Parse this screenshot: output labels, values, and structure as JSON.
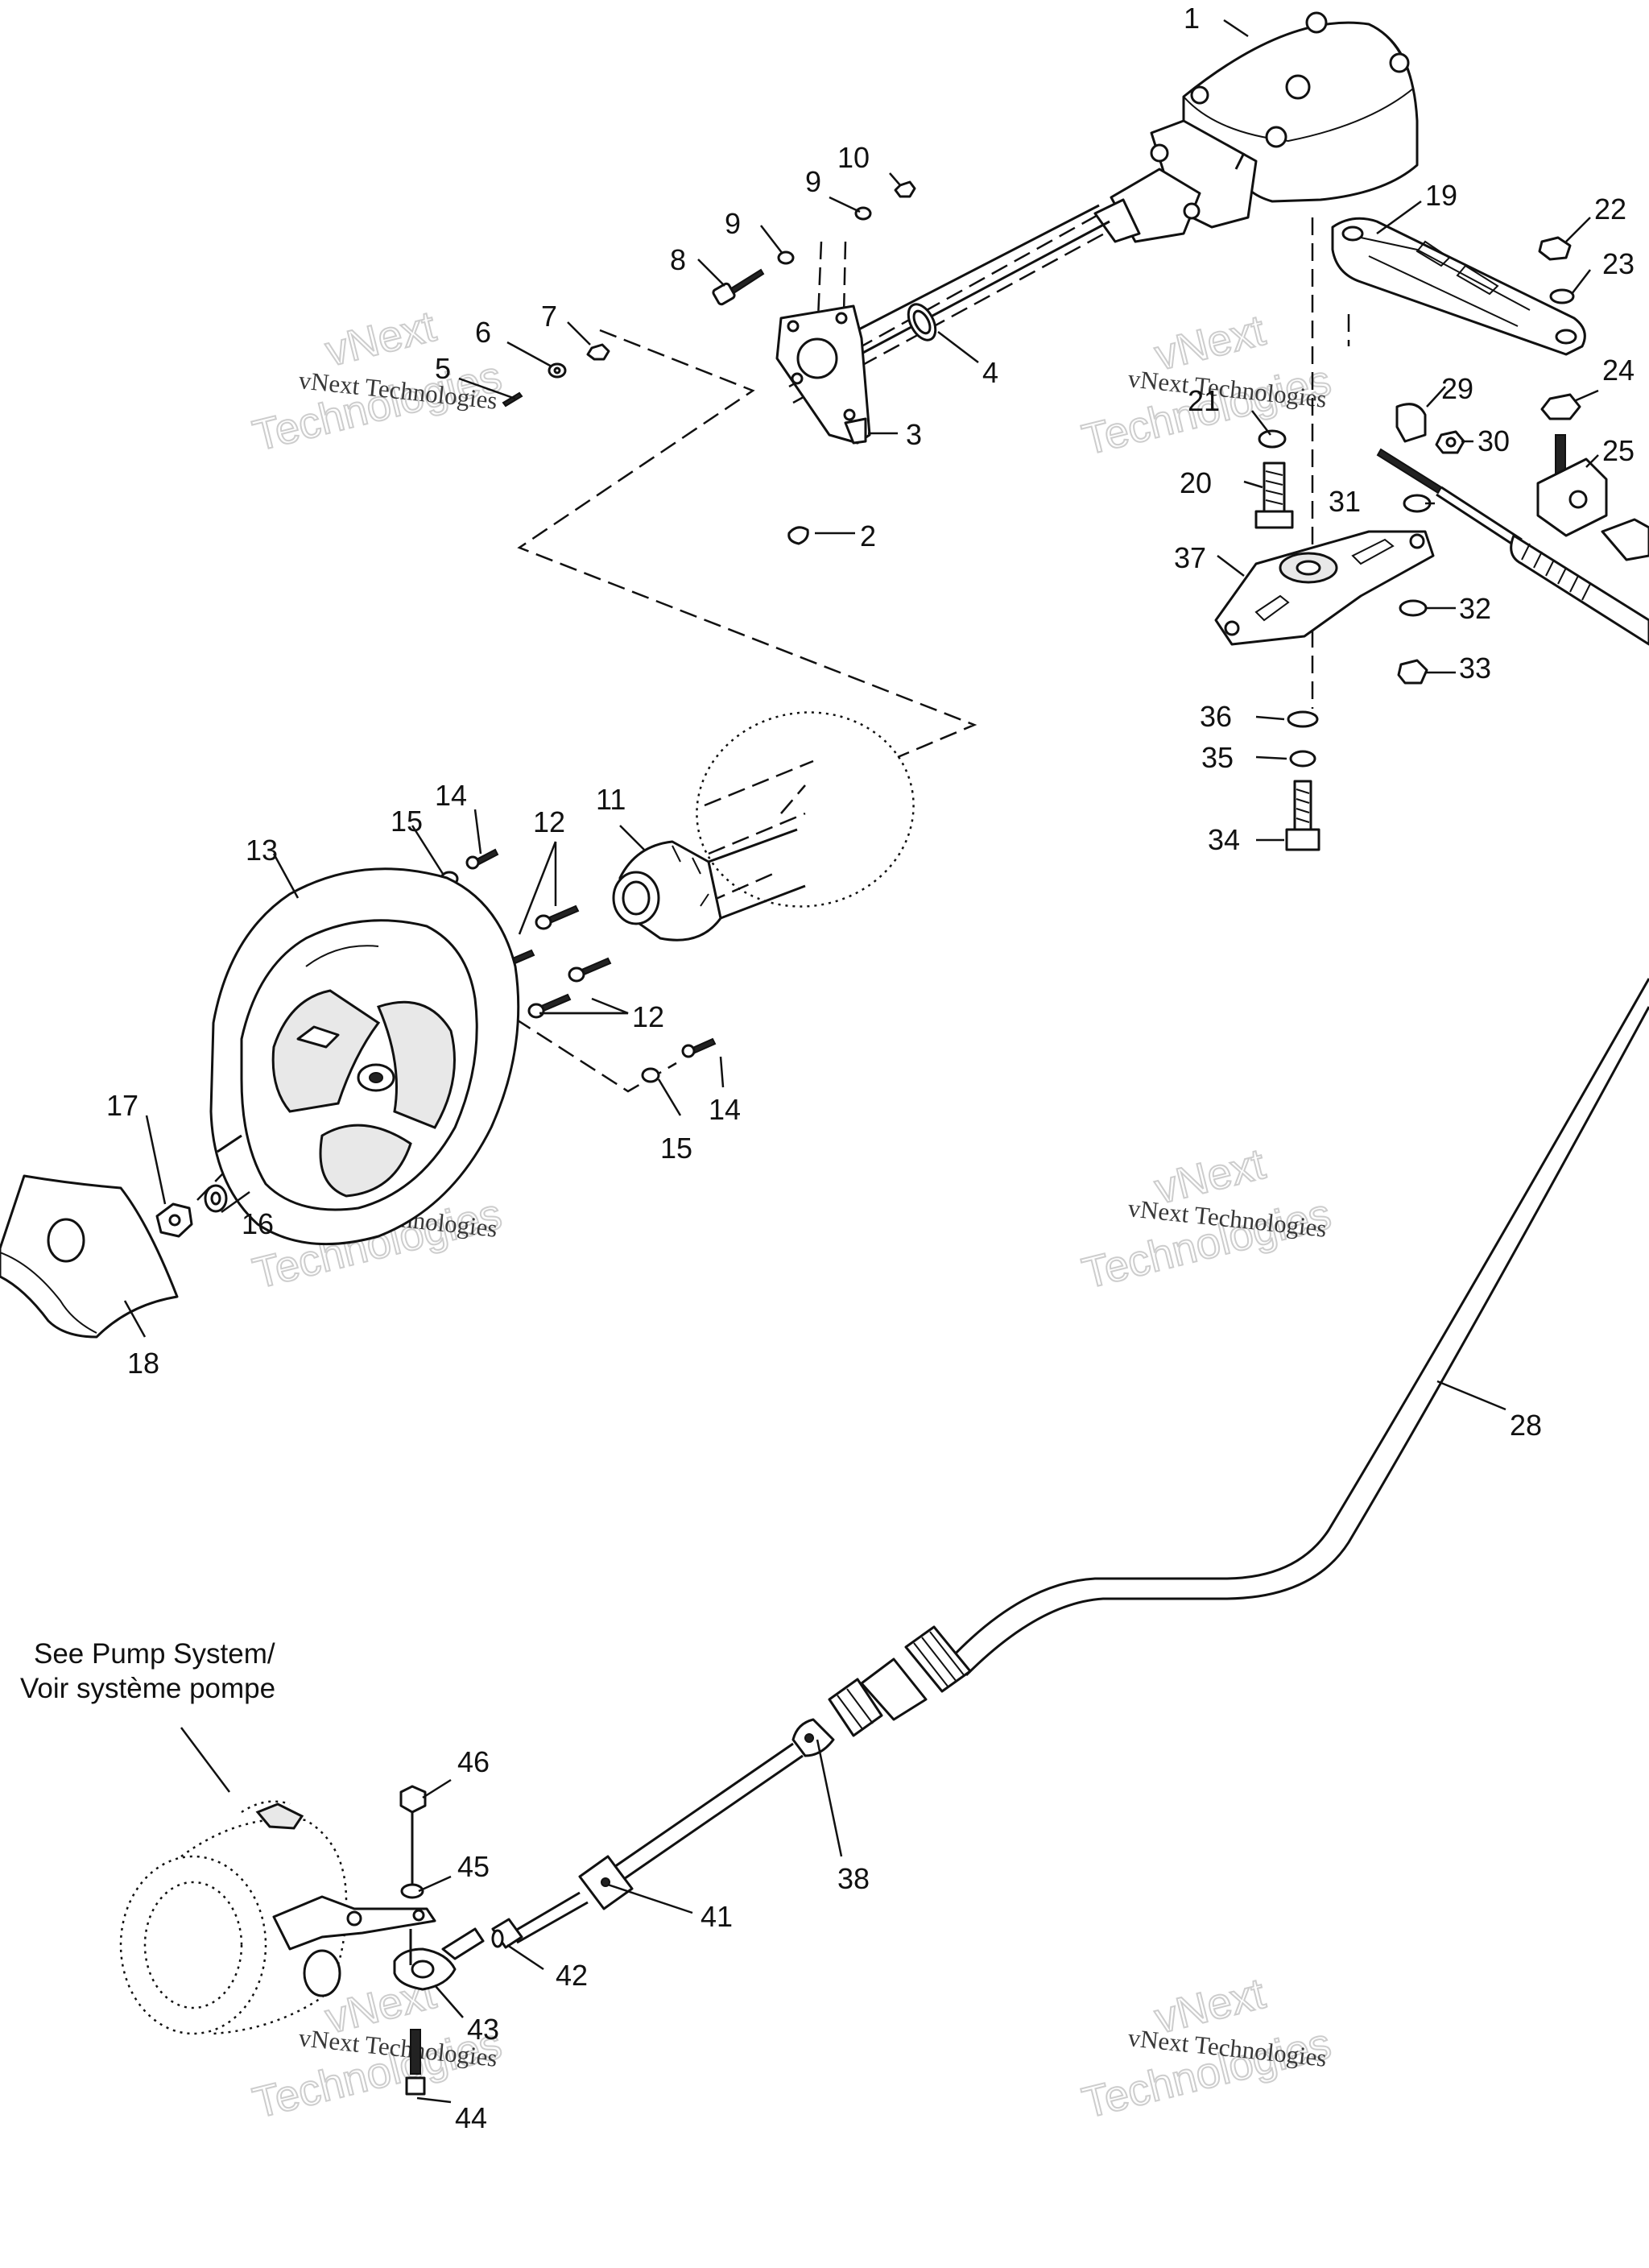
{
  "diagram": {
    "callouts": [
      {
        "id": "c1",
        "label": "1"
      },
      {
        "id": "c2",
        "label": "2"
      },
      {
        "id": "c3",
        "label": "3"
      },
      {
        "id": "c4",
        "label": "4"
      },
      {
        "id": "c5",
        "label": "5"
      },
      {
        "id": "c6",
        "label": "6"
      },
      {
        "id": "c7",
        "label": "7"
      },
      {
        "id": "c8",
        "label": "8"
      },
      {
        "id": "c9a",
        "label": "9"
      },
      {
        "id": "c9b",
        "label": "9"
      },
      {
        "id": "c10",
        "label": "10"
      },
      {
        "id": "c11",
        "label": "11"
      },
      {
        "id": "c12a",
        "label": "12"
      },
      {
        "id": "c12b",
        "label": "12"
      },
      {
        "id": "c13",
        "label": "13"
      },
      {
        "id": "c14a",
        "label": "14"
      },
      {
        "id": "c14b",
        "label": "14"
      },
      {
        "id": "c15a",
        "label": "15"
      },
      {
        "id": "c15b",
        "label": "15"
      },
      {
        "id": "c16",
        "label": "16"
      },
      {
        "id": "c17",
        "label": "17"
      },
      {
        "id": "c18",
        "label": "18"
      },
      {
        "id": "c19",
        "label": "19"
      },
      {
        "id": "c20",
        "label": "20"
      },
      {
        "id": "c21",
        "label": "21"
      },
      {
        "id": "c22",
        "label": "22"
      },
      {
        "id": "c23",
        "label": "23"
      },
      {
        "id": "c24",
        "label": "24"
      },
      {
        "id": "c25",
        "label": "25"
      },
      {
        "id": "c28",
        "label": "28"
      },
      {
        "id": "c29",
        "label": "29"
      },
      {
        "id": "c30",
        "label": "30"
      },
      {
        "id": "c31",
        "label": "31"
      },
      {
        "id": "c32",
        "label": "32"
      },
      {
        "id": "c33",
        "label": "33"
      },
      {
        "id": "c34",
        "label": "34"
      },
      {
        "id": "c35",
        "label": "35"
      },
      {
        "id": "c36",
        "label": "36"
      },
      {
        "id": "c37",
        "label": "37"
      },
      {
        "id": "c38",
        "label": "38"
      },
      {
        "id": "c41",
        "label": "41"
      },
      {
        "id": "c42",
        "label": "42"
      },
      {
        "id": "c43",
        "label": "43"
      },
      {
        "id": "c44",
        "label": "44"
      },
      {
        "id": "c45",
        "label": "45"
      },
      {
        "id": "c46",
        "label": "46"
      }
    ],
    "note": {
      "line1": "See Pump System/",
      "line2": "Voir système pompe"
    },
    "watermark": {
      "line1": "vNext Technologies",
      "brand_top": "vNext",
      "brand_bottom": "Technologies"
    }
  }
}
